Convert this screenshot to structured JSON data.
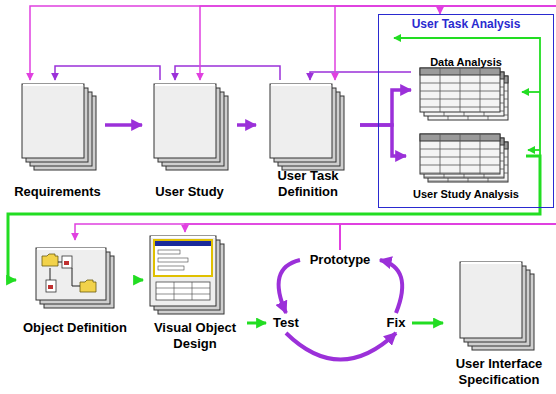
{
  "diagram": {
    "nodes": [
      {
        "text": [
          "Requirements"
        ]
      },
      {
        "text": [
          "User Study"
        ]
      },
      {
        "text": [
          "User Task Definition"
        ]
      },
      {
        "text": [
          "User Task Analysis"
        ]
      },
      {
        "text": [
          "Data Analysis"
        ],
        "in": 3
      },
      {
        "text": [
          "User Study Analysis"
        ],
        "in": 3
      },
      {
        "text": [
          "Object Definition"
        ]
      },
      {
        "text": [
          "Visual Object Design"
        ]
      },
      {
        "text": [
          "Prototype"
        ]
      },
      {
        "text": [
          "Test"
        ]
      },
      {
        "text": [
          "Fix"
        ]
      },
      {
        "text": [
          "User Interface Specification"
        ]
      }
    ],
    "edges": [
      {
        "from": 0,
        "to": 1,
        "arrow": "to"
      },
      {
        "from": 1,
        "to": 2,
        "arrow": "to"
      },
      {
        "from": 2,
        "to": 4,
        "arrow": "to"
      },
      {
        "from": 2,
        "to": 5,
        "arrow": "to"
      },
      {
        "from": 1,
        "to": 0,
        "arrow": "to"
      },
      {
        "from": 2,
        "to": 1,
        "arrow": "to"
      },
      {
        "from": 4,
        "to": 2,
        "arrow": "to"
      },
      {
        "from": 8,
        "to": 0,
        "arrow": "to"
      },
      {
        "from": 8,
        "to": 1,
        "arrow": "to"
      },
      {
        "from": 8,
        "to": 2,
        "arrow": "to"
      },
      {
        "from": 8,
        "to": 3,
        "arrow": "to"
      },
      {
        "from": 8,
        "to": 6,
        "arrow": "to"
      },
      {
        "from": 8,
        "to": 7,
        "arrow": "to"
      },
      {
        "from": 5,
        "to": 6,
        "arrow": "to"
      },
      {
        "from": 6,
        "to": 7,
        "arrow": "to"
      },
      {
        "from": 7,
        "to": 9,
        "arrow": "to"
      },
      {
        "from": 8,
        "to": 9,
        "arrow": "to"
      },
      {
        "from": 9,
        "to": 10,
        "arrow": "to"
      },
      {
        "from": 10,
        "to": 8,
        "arrow": "to"
      },
      {
        "from": 10,
        "to": 11,
        "arrow": "to"
      }
    ]
  }
}
